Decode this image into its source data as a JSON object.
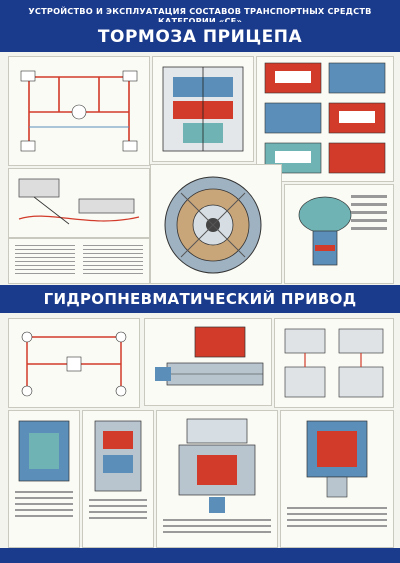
{
  "poster": {
    "header": "УСТРОЙСТВО И ЭКСПЛУАТАЦИЯ СОСТАВОВ ТРАНСПОРТНЫХ СРЕДСТВ КАТЕГОРИИ «CE»",
    "section1_title": "ТОРМОЗА ПРИЦЕПА",
    "section2_title": "ГИДРОПНЕВМАТИЧЕСКИЙ ПРИВОД ТОРМОЗОВ"
  },
  "colors": {
    "brand_blue": "#1a3a8c",
    "air_red": "#d23b2a",
    "steel_blue": "#5b8fb9",
    "teal": "#6fb3b5"
  }
}
